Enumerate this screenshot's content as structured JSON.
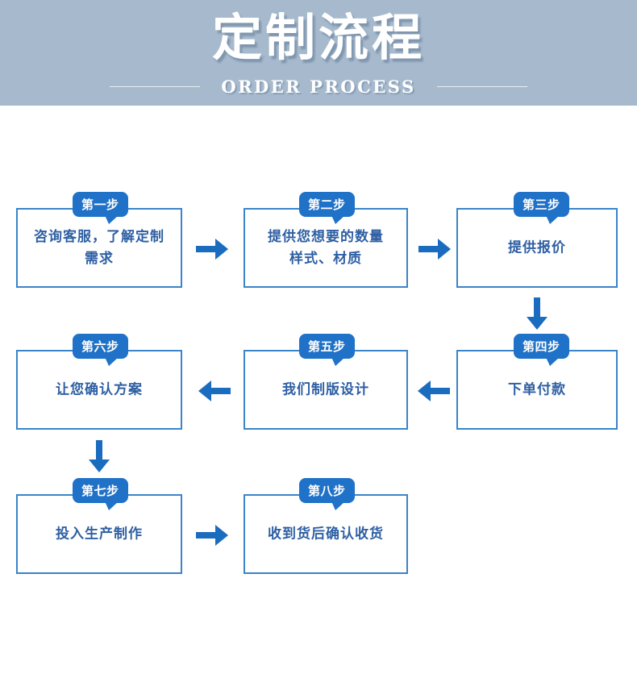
{
  "header": {
    "title": "定制流程",
    "subtitle": "ORDER PROCESS",
    "bg_color": "#a7bacd",
    "title_color": "#ffffff"
  },
  "theme": {
    "badge_color": "#1f72c8",
    "box_border_color": "#3a84c8",
    "box_text_color": "#2e5fa3",
    "arrow_color": "#1a6cbf"
  },
  "flow": {
    "steps": [
      {
        "badge": "第一步",
        "text": "咨询客服，了解定制\n需求"
      },
      {
        "badge": "第二步",
        "text": "提供您想要的数量\n样式、材质"
      },
      {
        "badge": "第三步",
        "text": "提供报价"
      },
      {
        "badge": "第四步",
        "text": "下单付款"
      },
      {
        "badge": "第五步",
        "text": "我们制版设计"
      },
      {
        "badge": "第六步",
        "text": "让您确认方案"
      },
      {
        "badge": "第七步",
        "text": "投入生产制作"
      },
      {
        "badge": "第八步",
        "text": "收到货后确认收货"
      }
    ],
    "connectors": [
      {
        "name": "arrow-right-step1-step2",
        "direction": "right"
      },
      {
        "name": "arrow-right-step2-step3",
        "direction": "right"
      },
      {
        "name": "arrow-down-step3-step4",
        "direction": "down"
      },
      {
        "name": "arrow-left-step4-step5",
        "direction": "left"
      },
      {
        "name": "arrow-left-step5-step6",
        "direction": "left"
      },
      {
        "name": "arrow-down-step6-step7",
        "direction": "down"
      },
      {
        "name": "arrow-right-step7-step8",
        "direction": "right"
      }
    ]
  }
}
